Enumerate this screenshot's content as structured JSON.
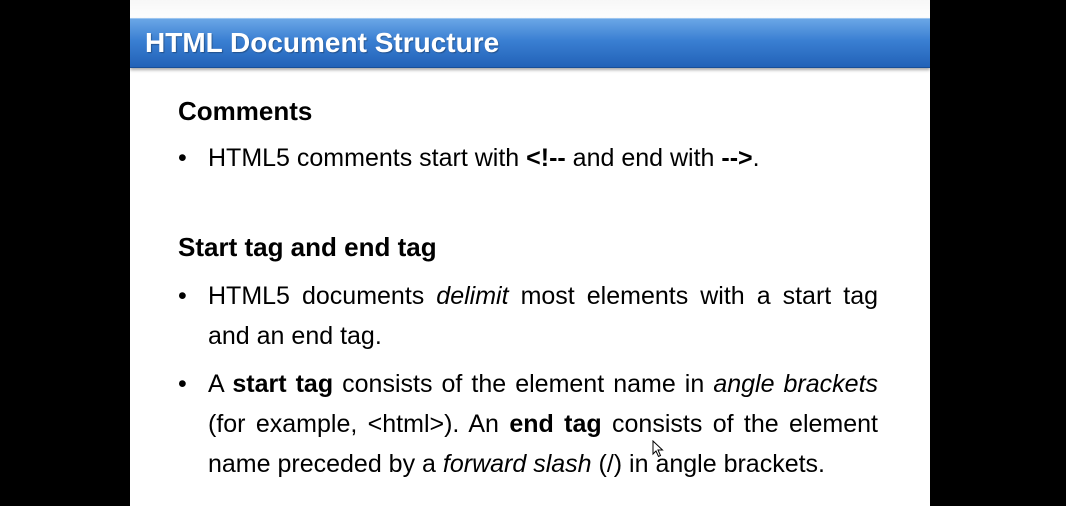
{
  "slide": {
    "title": "HTML Document Structure",
    "colors": {
      "title_bar": "#3a7fd2",
      "title_text": "#ffffff",
      "background": "#ffffff",
      "outside": "#000000"
    },
    "sections": [
      {
        "heading": "Comments",
        "bullets": [
          {
            "bullet": "•",
            "parts": [
              {
                "t": "HTML5 comments start with "
              },
              {
                "t": "<!--",
                "b": true
              },
              {
                "t": " and end with "
              },
              {
                "t": "-->",
                "b": true
              },
              {
                "t": "."
              }
            ]
          }
        ]
      },
      {
        "heading": "Start tag and end tag",
        "bullets": [
          {
            "bullet": "•",
            "parts": [
              {
                "t": "HTML5 documents "
              },
              {
                "t": "delimit",
                "i": true
              },
              {
                "t": " most elements with a start tag and an end tag."
              }
            ]
          },
          {
            "bullet": "•",
            "parts": [
              {
                "t": "A "
              },
              {
                "t": "start tag",
                "b": true
              },
              {
                "t": " consists of the element name in "
              },
              {
                "t": "angle brackets",
                "i": true
              },
              {
                "t": " (for example, <html>). An "
              },
              {
                "t": "end tag",
                "b": true
              },
              {
                "t": " consists of the element name preceded by a "
              },
              {
                "t": "forward slash",
                "i": true
              },
              {
                "t": " (/) in angle brackets."
              }
            ]
          }
        ]
      }
    ]
  }
}
